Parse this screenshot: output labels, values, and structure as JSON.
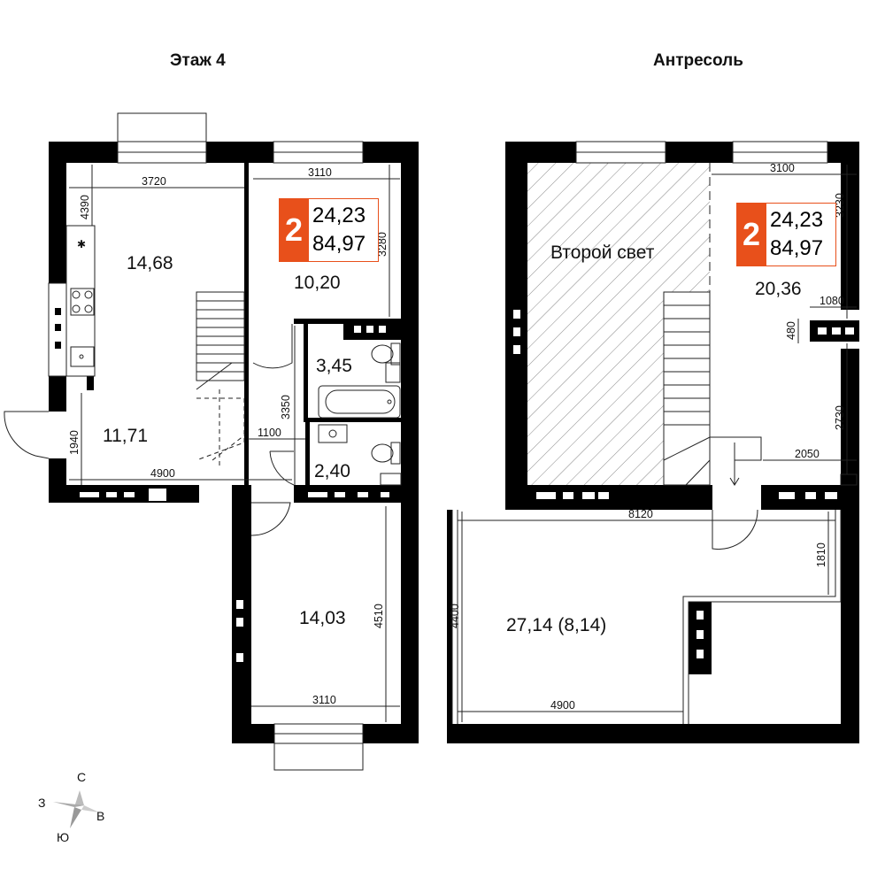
{
  "floors": {
    "left_title": "Этаж 4",
    "right_title": "Антресоль"
  },
  "badges": [
    {
      "rooms": "2",
      "living_area": "24,23",
      "total_area": "84,97"
    },
    {
      "rooms": "2",
      "living_area": "24,23",
      "total_area": "84,97"
    }
  ],
  "rooms": {
    "kitchen": "14,68",
    "bedroom_top": "10,20",
    "bathroom": "3,45",
    "hall": "11,71",
    "wc": "2,40",
    "bedroom_bottom": "14,03",
    "second_light": "Второй свет",
    "mezzanine": "20,36",
    "terrace": "27,14 (8,14)"
  },
  "dimensions": {
    "d3720": "3720",
    "d4390": "4390",
    "d3110_top": "3110",
    "d3280": "3280",
    "d3350": "3350",
    "d1100": "1100",
    "d1940": "1940",
    "d4900_left": "4900",
    "d4510": "4510",
    "d3110_bottom": "3110",
    "d3100": "3100",
    "d3230": "3230",
    "d1080": "1080",
    "d480": "480",
    "d2730": "2730",
    "d2050": "2050",
    "d8120": "8120",
    "d1810": "1810",
    "d4400": "4400",
    "d4900_right": "4900"
  },
  "compass": {
    "n": "С",
    "e": "В",
    "s": "Ю",
    "w": "З"
  },
  "colors": {
    "accent": "#e8501b",
    "wall": "#000000",
    "hatch": "#888888"
  }
}
